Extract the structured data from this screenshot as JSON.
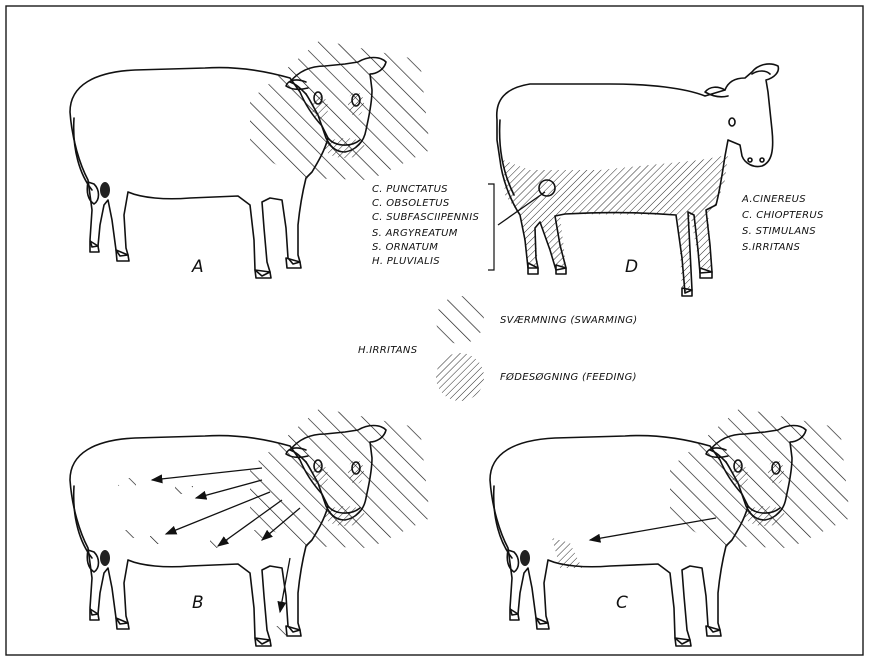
{
  "panels": {
    "a": {
      "letter": "A"
    },
    "b": {
      "letter": "B"
    },
    "c": {
      "letter": "C"
    },
    "d": {
      "letter": "D"
    }
  },
  "species_left": [
    "C. PUNCTATUS",
    "C. OBSOLETUS",
    "C. SUBFASCIIPENNIS",
    "S. ARGYREATUM",
    "S. ORNATUM",
    "H. PLUVIALIS"
  ],
  "species_right": [
    "A.CINEREUS",
    "C. CHIOPTERUS",
    "S. STIMULANS",
    "S.IRRITANS"
  ],
  "legend": {
    "species": "H.IRRITANS",
    "swarming": "SVÆRMNING (SWARMING)",
    "feeding": "FØDESØGNING (FEEDING)"
  }
}
